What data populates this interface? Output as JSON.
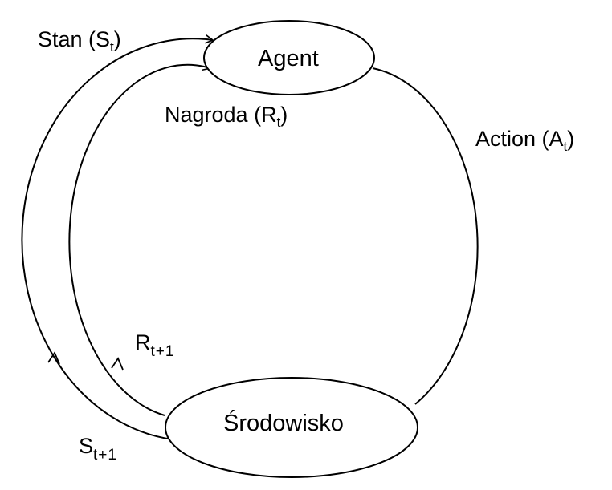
{
  "nodes": {
    "agent": "Agent",
    "environment": "Środowisko"
  },
  "edges": {
    "state": {
      "text": "Stan (S",
      "sub": "t",
      "close": ")"
    },
    "reward": {
      "text": "Nagroda (R",
      "sub": "t",
      "close": ")"
    },
    "action": {
      "text": "Action (A",
      "sub": "t",
      "close": ")"
    },
    "next_reward": {
      "text": "R",
      "sub": "t+1"
    },
    "next_state": {
      "text": "S",
      "sub": "t+1"
    }
  },
  "colors": {
    "stroke": "#000000",
    "background": "#ffffff"
  }
}
